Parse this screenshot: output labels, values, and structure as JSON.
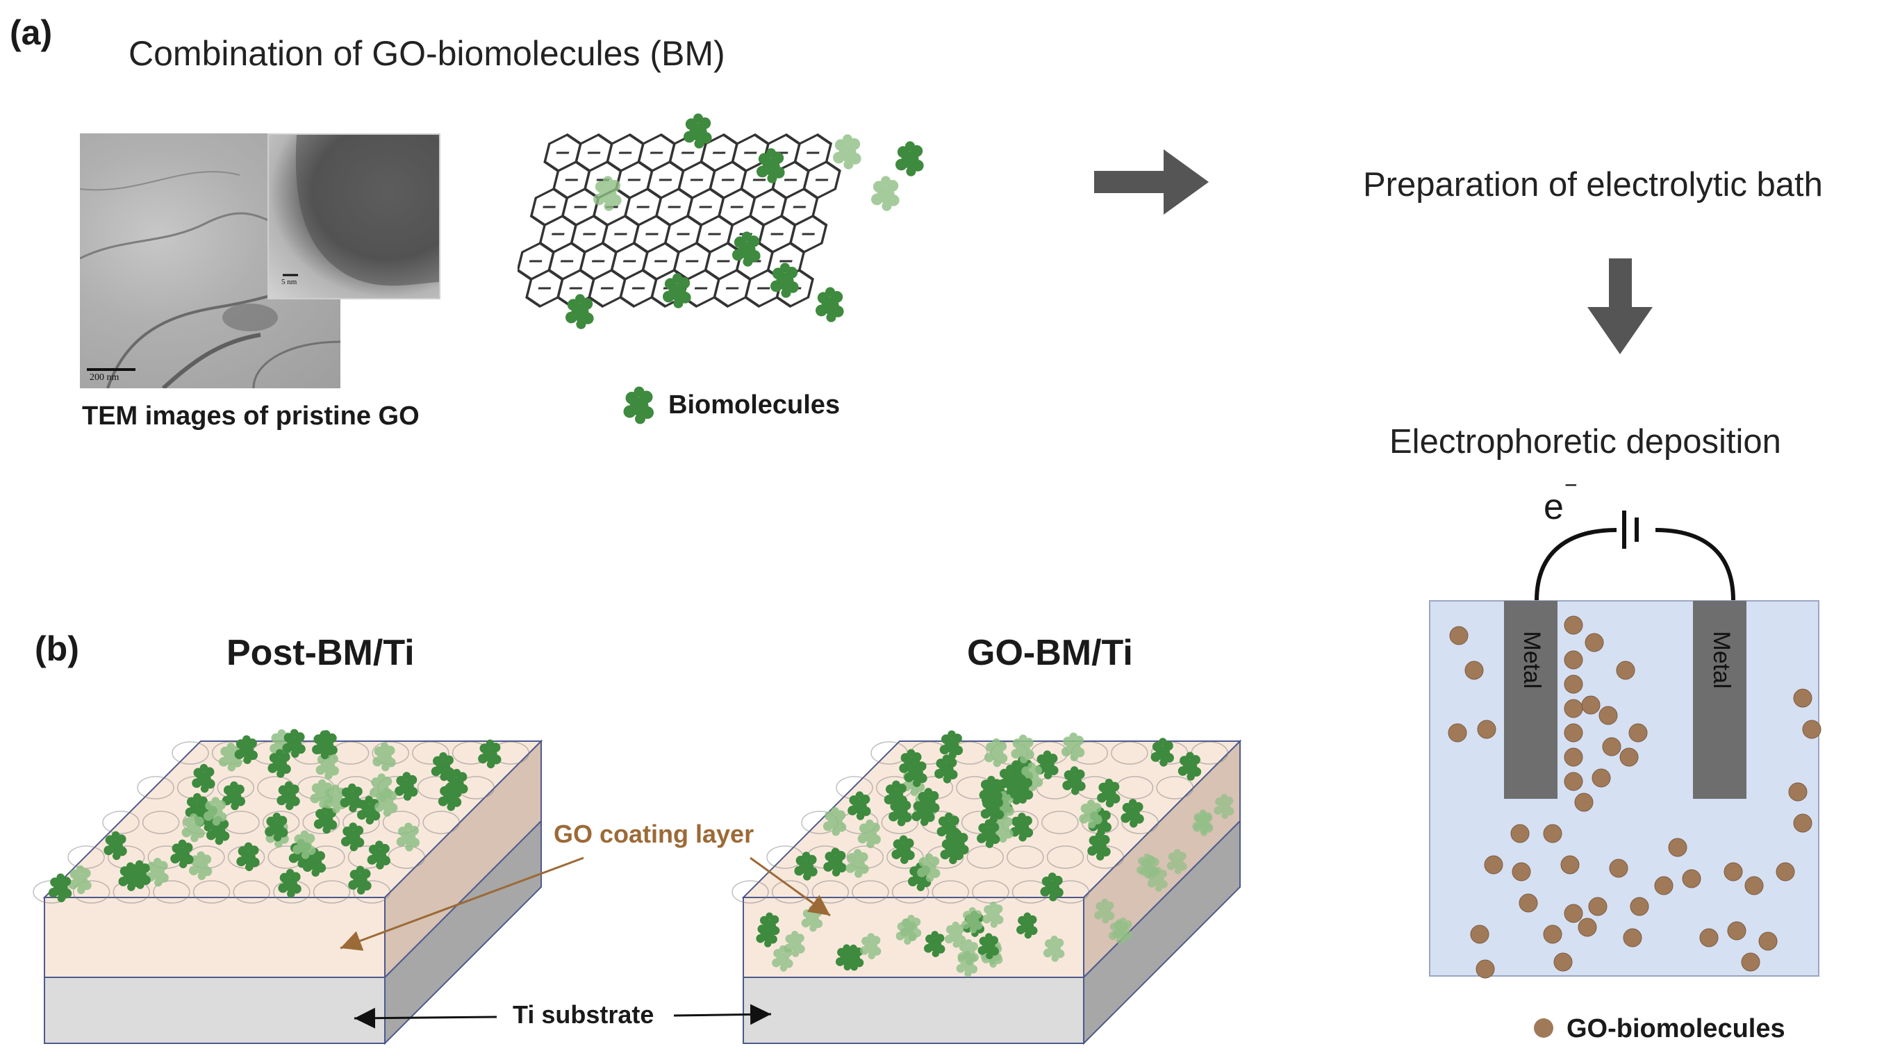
{
  "panel_a": {
    "label": "(a)",
    "title": "Combination of GO-biomolecules (BM)",
    "tem_caption": "TEM images of pristine GO",
    "tem_scalebar_main": "200 nm",
    "tem_scalebar_inset": "5 nm",
    "legend_biomolecules": "Biomolecules",
    "step_1": "Preparation of electrolytic bath",
    "step_2": "Electrophoretic deposition",
    "electron_symbol": "e",
    "electron_charge": "−",
    "electrode_left": "Metal",
    "electrode_right": "Metal",
    "legend_particles": "GO-biomolecules"
  },
  "panel_b": {
    "label": "(b)",
    "title_left": "Post-BM/Ti",
    "title_right": "GO-BM/Ti",
    "coating_label": "GO coating layer",
    "substrate_label": "Ti substrate"
  },
  "colors": {
    "biomolecule": "#3e8a3e",
    "biomolecule_light": "#8fbf85",
    "arrow_gray": "#555555",
    "bath_fill": "#d6e0f3",
    "electrode": "#6e6e6e",
    "particle": "#a07a58",
    "coating_top": "#f8e8dc",
    "coating_side": "#d8c2b4",
    "substrate_front": "#dcdcdc",
    "substrate_side": "#a7a7a7",
    "annotation_brown": "#9c6a36"
  }
}
